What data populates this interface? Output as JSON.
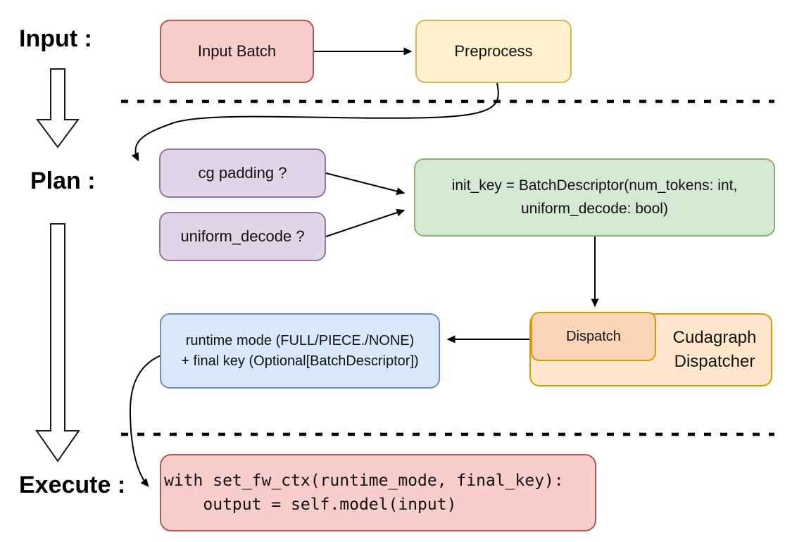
{
  "palette": {
    "red_fill": "#f8cecc",
    "red_stroke": "#b85450",
    "yellow_fill": "#fff2cc",
    "yellow_stroke": "#d6b656",
    "purple_fill": "#e1d5e7",
    "purple_stroke": "#9673a6",
    "green_fill": "#d5e8d4",
    "green_stroke": "#82b366",
    "blue_fill": "#dae8fc",
    "blue_stroke": "#6c8ebf",
    "orange_fill": "#ffe6cc",
    "orange_stroke": "#d79b00",
    "dispatch_fill": "#fbd5b8",
    "line_color": "#000000"
  },
  "labels": {
    "input": "Input :",
    "plan": "Plan :",
    "execute": "Execute :"
  },
  "nodes": {
    "input_batch": "Input Batch",
    "preprocess": "Preprocess",
    "cg_padding": "cg padding ?",
    "uniform_decode": "uniform_decode ?",
    "init_key": {
      "line1": "init_key = BatchDescriptor(num_tokens: int,",
      "line2": "uniform_decode: bool)"
    },
    "dispatch": "Dispatch",
    "cudagraph": {
      "line1": "Cudagraph",
      "line2": "Dispatcher"
    },
    "runtime": {
      "line1": "runtime mode (FULL/PIECE./NONE)",
      "line2": "+ final key (Optional[BatchDescriptor])"
    },
    "code": {
      "line1": "with set_fw_ctx(runtime_mode, final_key):",
      "line2": "    output = self.model(input)"
    }
  }
}
